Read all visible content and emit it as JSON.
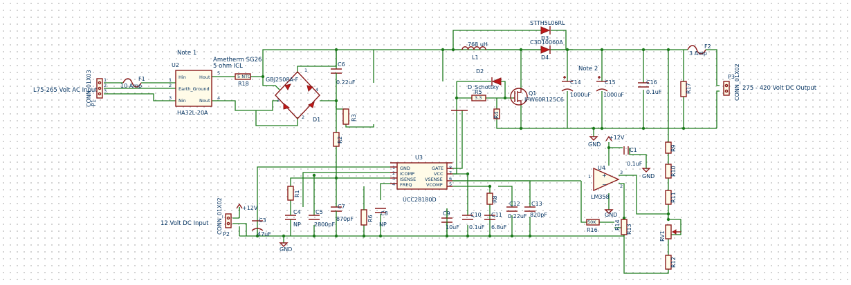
{
  "labels": {
    "ac_input": "L75-265 Volt AC Input",
    "dc_input": "12 Volt DC Input",
    "dc_output": "275 - 420 Volt DC Output",
    "note1": "Note 1",
    "note2": "Note 2",
    "icl": "Ametherm SG26",
    "icl_value": "5 ohm ICL"
  },
  "components": {
    "p1_ref": "P1",
    "p1_val": "CONN_01X03",
    "p2_ref": "P2",
    "p2_val": "CONN_01X02",
    "p3_ref": "P3",
    "p3_val": "CONN_01X02",
    "f1_ref": "F1",
    "f1_val": "10 Amp",
    "f2_ref": "F2",
    "f2_val": "3 Amp",
    "u2_ref": "U2",
    "u2_val": "HA32L-20A",
    "u2_pins": [
      "Hin",
      "Hout",
      "Earth_Ground",
      "Nin",
      "Nout"
    ],
    "r18_ref": "R18",
    "r18_val": "5 NTC",
    "bridge_val": "GBJ2508A-F",
    "bridge_ref": "D1",
    "c6_ref": "C6",
    "c6_val": "0.22uF",
    "r3_ref": "R3",
    "r2_ref": "R2",
    "l1_ref": "L1",
    "l1_val": "768 uH",
    "d2_ref": "D2",
    "d2_val": "D_Schottky",
    "r5_ref": "R5",
    "r5_val": "3.3",
    "r4_ref": "R4",
    "q1_ref": "Q1",
    "q1_val": "IPW60R125C6",
    "d3_ref": "D3",
    "d3_val": "STTH5L06RL",
    "d4_ref": "D4",
    "d4_val": "C3D10060A",
    "c14_ref": "C14",
    "c14_val": "1000uF",
    "c15_ref": "C15",
    "c15_val": "1000uF",
    "c16_ref": "C16",
    "c16_val": "0.1uF",
    "r17_ref": "R17",
    "u3_ref": "U3",
    "u3_val": "UCC28180D",
    "u3_left_pins": [
      "GND",
      "ICOMP",
      "ISENSE",
      "FREQ"
    ],
    "u3_right_pins": [
      "GATE",
      "VCC",
      "VSENSE",
      "VCOMP"
    ],
    "u3_left_nums": [
      "1",
      "2",
      "3",
      "4"
    ],
    "u3_right_nums": [
      "8",
      "7",
      "6",
      "5"
    ],
    "r1_ref": "R1",
    "c4_ref": "C4",
    "c4_val": "NP",
    "c5_ref": "C5",
    "c5_val": "2800pF",
    "c7_ref": "C7",
    "c7_val": "870pF",
    "r6_ref": "R6",
    "c8_ref": "C8",
    "c8_val": "NP",
    "c9_ref": "C9",
    "c9_val": "10uF",
    "c10_ref": "C10",
    "c10_val": "0.1uF",
    "c11_ref": "C11",
    "c11_val": "6.8uF",
    "r8_ref": "R8",
    "c12_ref": "C12",
    "c12_val": "0.22uF",
    "c13_ref": "C13",
    "c13_val": "820pF",
    "c3_ref": "C3",
    "c3_val": "47uF",
    "u4_ref": "U4",
    "u4_val": "LM358",
    "c1_ref": "C1",
    "c1_val": "0.1uF",
    "r9_ref": "R9",
    "r10_ref": "R10",
    "r11_ref": "R11",
    "r12_ref": "R12",
    "r13_ref": "R13",
    "r16_ref": "R16",
    "r16_val": "50K",
    "r14_ref": "R14",
    "rv1_ref": "RV1",
    "gnd": "GND",
    "vcc": "+12V"
  }
}
